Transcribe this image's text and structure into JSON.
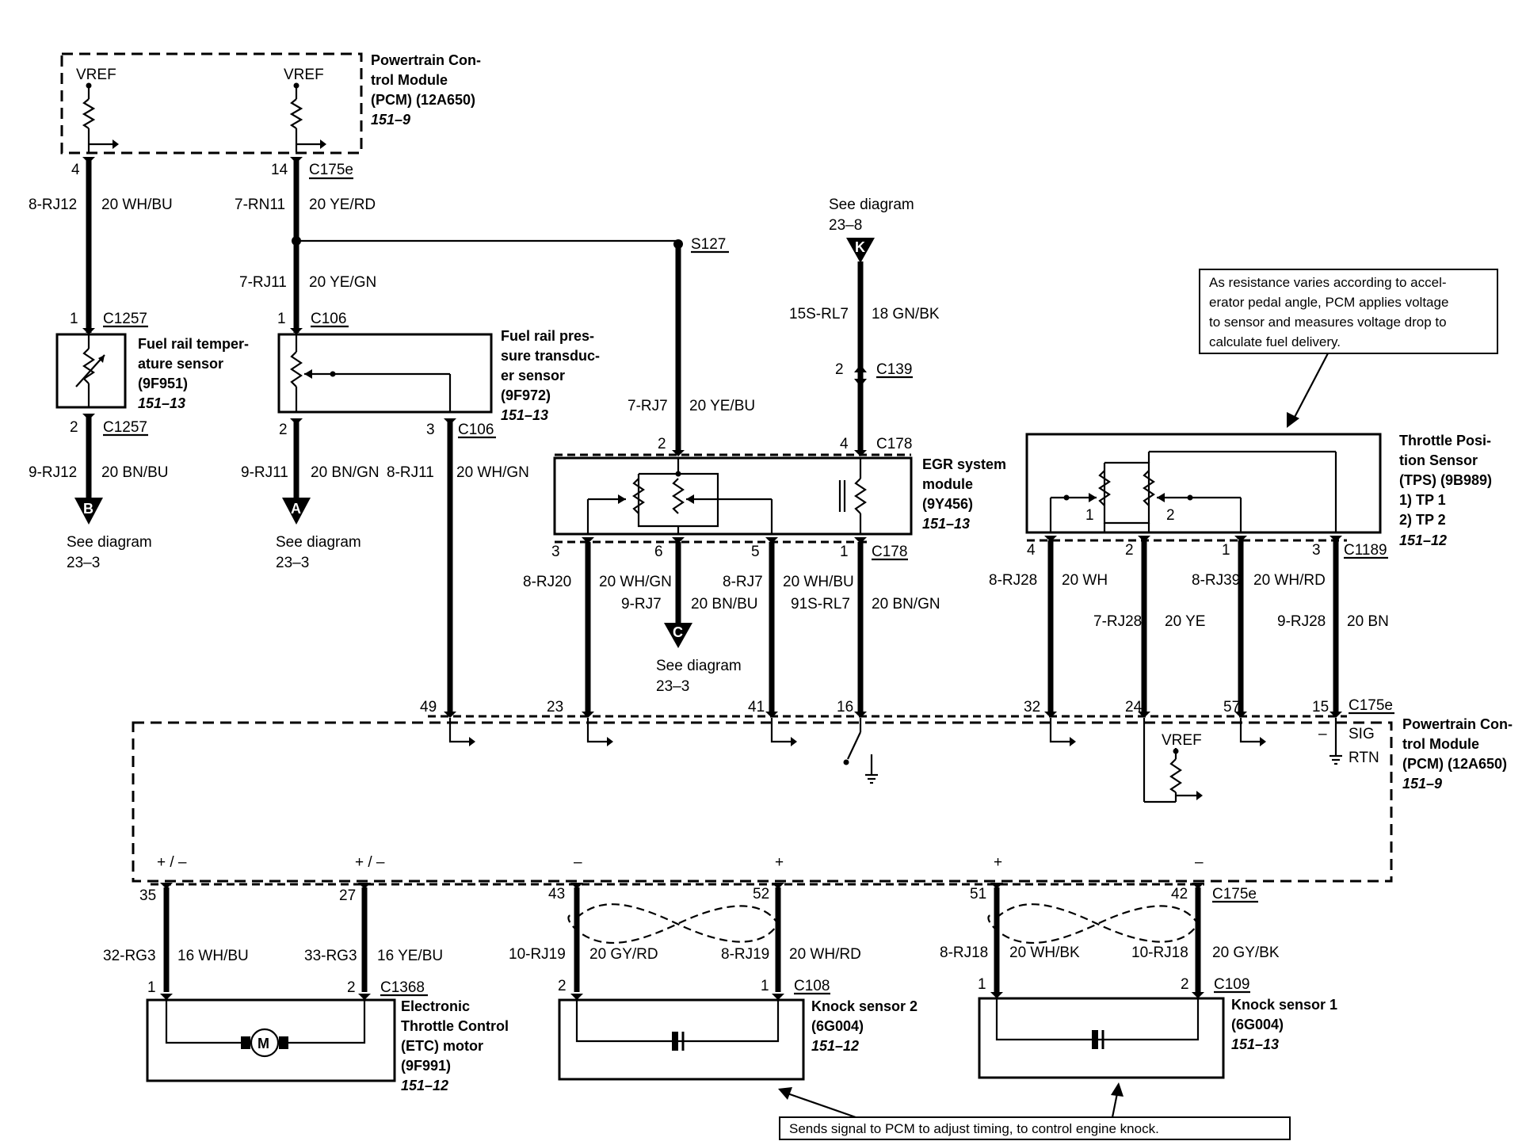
{
  "pcm_top": {
    "name": [
      "Powertrain Con-",
      "trol Module",
      "(PCM) (12A650)"
    ],
    "ref": "151–9",
    "vref_labels": [
      "VREF",
      "VREF"
    ]
  },
  "pcm_main": {
    "name": [
      "Powertrain Con-",
      "trol Module",
      "(PCM) (12A650)"
    ],
    "ref": "151–9",
    "vref": "VREF",
    "sig": "SIG",
    "rtn": "RTN",
    "minus": "–",
    "pins_top": [
      "49",
      "23",
      "41",
      "16",
      "32",
      "24",
      "57",
      "15"
    ],
    "pins_bottom": [
      "35",
      "27",
      "43",
      "52",
      "51",
      "42"
    ],
    "polarity_bottom": [
      "+ / –",
      "+ / –",
      "–",
      "+",
      "+",
      "–"
    ]
  },
  "connectors": {
    "c175e": "C175e",
    "c1257": "C1257",
    "c106": "C106",
    "c178": "C178",
    "c139": "C139",
    "c1189": "C1189",
    "c1368": "C1368",
    "c108": "C108",
    "c109": "C109",
    "s127": "S127"
  },
  "pins": {
    "p4": "4",
    "p14": "14",
    "p1": "1",
    "p2": "2",
    "p3": "3",
    "p6": "6",
    "p5": "5"
  },
  "circuits": {
    "c8rj12": "8-RJ12",
    "c20whbu": "20 WH/BU",
    "c7rn11": "7-RN11",
    "c20yerd": "20 YE/RD",
    "c7rj11": "7-RJ11",
    "c20yegn": "20 YE/GN",
    "c9rj12": "9-RJ12",
    "c20bnbu": "20 BN/BU",
    "c9rj11": "9-RJ11",
    "c20bngn": "20 BN/GN",
    "c8rj11": "8-RJ11",
    "c20whgn": "20 WH/GN",
    "c7rj7": "7-RJ7",
    "c20yebu": "20 YE/BU",
    "c15srl7": "15S-RL7",
    "c18gnbk": "18 GN/BK",
    "c8rj20": "8-RJ20",
    "c9rj7": "9-RJ7",
    "c8rj7": "8-RJ7",
    "c91srl7": "91S-RL7",
    "c8rj28": "8-RJ28",
    "c20wh": "20 WH",
    "c7rj28": "7-RJ28",
    "c20ye": "20 YE",
    "c8rj39": "8-RJ39",
    "c20whrd": "20 WH/RD",
    "c9rj28": "9-RJ28",
    "c20bn": "20 BN",
    "c32rg3": "32-RG3",
    "c16whbu": "16 WH/BU",
    "c33rg3": "33-RG3",
    "c16yebu": "16 YE/BU",
    "c10rj19": "10-RJ19",
    "c20gyrd": "20 GY/RD",
    "c8rj19": "8-RJ19",
    "c8rj18": "8-RJ18",
    "c20whbk": "20 WH/BK",
    "c10rj18": "10-RJ18",
    "c20gybk": "20 GY/BK"
  },
  "components": {
    "frt": {
      "name": [
        "Fuel rail temper-",
        "ature sensor",
        "(9F951)"
      ],
      "ref": "151–13"
    },
    "frp": {
      "name": [
        "Fuel rail pres-",
        "sure transduc-",
        "er sensor",
        "(9F972)"
      ],
      "ref": "151–13"
    },
    "egr": {
      "name": [
        "EGR system",
        "module",
        "(9Y456)"
      ],
      "ref": "151–13"
    },
    "tps": {
      "name": [
        "Throttle Posi-",
        "tion Sensor",
        "(TPS) (9B989)",
        "1) TP 1",
        "2) TP 2"
      ],
      "ref": "151–12",
      "wiper_labels": [
        "1",
        "2"
      ]
    },
    "etc": {
      "name": [
        "Electronic",
        "Throttle Control",
        "(ETC) motor",
        "(9F991)"
      ],
      "ref": "151–12",
      "motor_symbol": "M"
    },
    "ks2": {
      "name": [
        "Knock sensor 2",
        "(6G004)"
      ],
      "ref": "151–12"
    },
    "ks1": {
      "name": [
        "Knock sensor 1",
        "(6G004)"
      ],
      "ref": "151–13"
    }
  },
  "references": {
    "see_diagram": "See diagram",
    "k_ref": "23–8",
    "b_ref": "23–3",
    "a_ref": "23–3",
    "c_ref": "23–3",
    "letters": [
      "K",
      "B",
      "A",
      "C"
    ]
  },
  "notes": {
    "tps_note": [
      "As resistance varies according to accel-",
      "erator pedal angle, PCM applies voltage",
      "to sensor and measures voltage drop to",
      "calculate fuel delivery."
    ],
    "knock_note": "Sends signal to PCM to adjust timing, to control engine knock."
  }
}
